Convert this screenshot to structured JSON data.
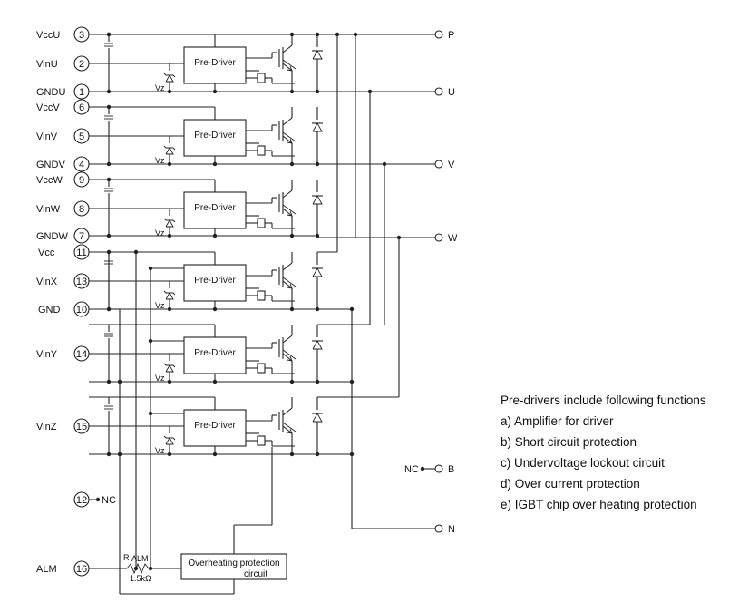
{
  "pins": [
    {
      "label": "VccU",
      "num": "3"
    },
    {
      "label": "VinU",
      "num": "2"
    },
    {
      "label": "GNDU",
      "num": "1"
    },
    {
      "label": "VccV",
      "num": "6"
    },
    {
      "label": "VinV",
      "num": "5"
    },
    {
      "label": "GNDV",
      "num": "4"
    },
    {
      "label": "VccW",
      "num": "9"
    },
    {
      "label": "VinW",
      "num": "8"
    },
    {
      "label": "GNDW",
      "num": "7"
    },
    {
      "label": "Vcc",
      "num": "11"
    },
    {
      "label": "VinX",
      "num": "13"
    },
    {
      "label": "GND",
      "num": "10"
    },
    {
      "label": "VinY",
      "num": "14"
    },
    {
      "label": "VinZ",
      "num": "15"
    },
    {
      "label": "NC",
      "num": "12"
    },
    {
      "label": "ALM",
      "num": "16"
    }
  ],
  "outputs": [
    "P",
    "U",
    "V",
    "W",
    "B",
    "N"
  ],
  "nc_label": "NC",
  "predriver_label": "Pre-Driver",
  "zener_label": "Vz",
  "resistor": {
    "name": "R",
    "sub": "ALM",
    "value": "1.5kΩ"
  },
  "overheat": {
    "line1": "Overheating protection",
    "line2": "circuit"
  },
  "notes": {
    "title": "Pre-drivers include following functions",
    "items": [
      "a) Amplifier for driver",
      "b) Short circuit protection",
      "c) Undervoltage lockout circuit",
      "d) Over current protection",
      "e) IGBT chip over heating protection"
    ]
  }
}
